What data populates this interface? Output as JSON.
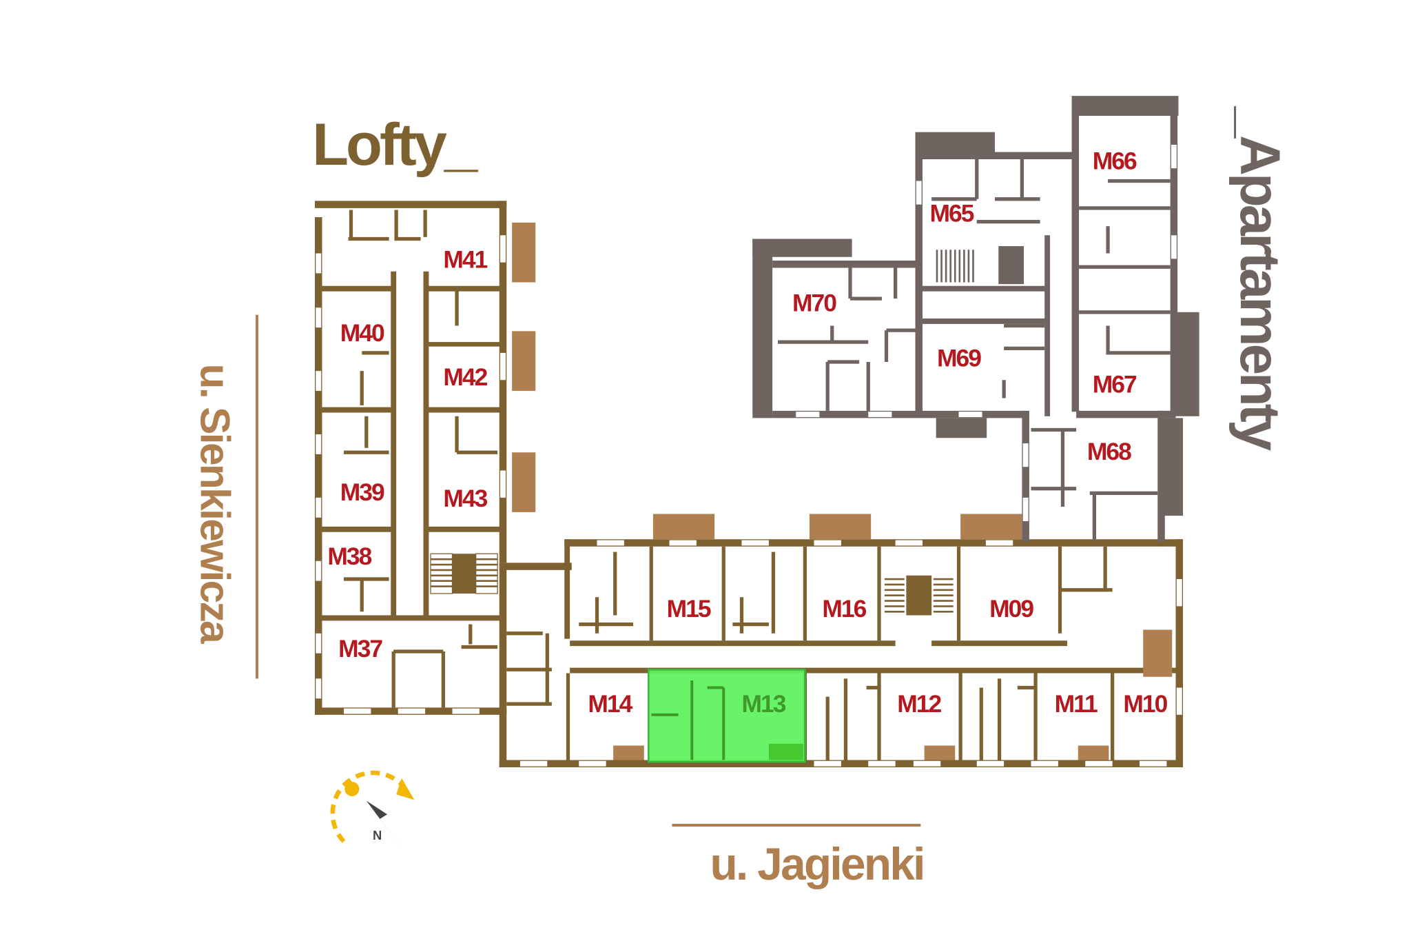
{
  "titles": {
    "lofts": "Lofty_",
    "apartments": "_Apartamenty"
  },
  "streets": {
    "west": "u. Sienkiewicza",
    "south": "u. Jagienki"
  },
  "compass": {
    "label": "N"
  },
  "colors": {
    "loft_walls": "#7d6131",
    "apartment_walls": "#6f6460",
    "room_label": "#b3191f",
    "selected_fill": "#5cf25c",
    "balcony": "#b07f50"
  },
  "rooms": [
    {
      "id": "M41",
      "label": "M41"
    },
    {
      "id": "M40",
      "label": "M40"
    },
    {
      "id": "M42",
      "label": "M42"
    },
    {
      "id": "M39",
      "label": "M39"
    },
    {
      "id": "M43",
      "label": "M43"
    },
    {
      "id": "M38",
      "label": "M38"
    },
    {
      "id": "M37",
      "label": "M37"
    },
    {
      "id": "M15",
      "label": "M15"
    },
    {
      "id": "M16",
      "label": "M16"
    },
    {
      "id": "M09",
      "label": "M09"
    },
    {
      "id": "M14",
      "label": "M14"
    },
    {
      "id": "M13",
      "label": "M13",
      "selected": true
    },
    {
      "id": "M12",
      "label": "M12"
    },
    {
      "id": "M11",
      "label": "M11"
    },
    {
      "id": "M10",
      "label": "M10"
    },
    {
      "id": "M65",
      "label": "M65"
    },
    {
      "id": "M66",
      "label": "M66"
    },
    {
      "id": "M70",
      "label": "M70"
    },
    {
      "id": "M69",
      "label": "M69"
    },
    {
      "id": "M67",
      "label": "M67"
    },
    {
      "id": "M68",
      "label": "M68"
    }
  ]
}
